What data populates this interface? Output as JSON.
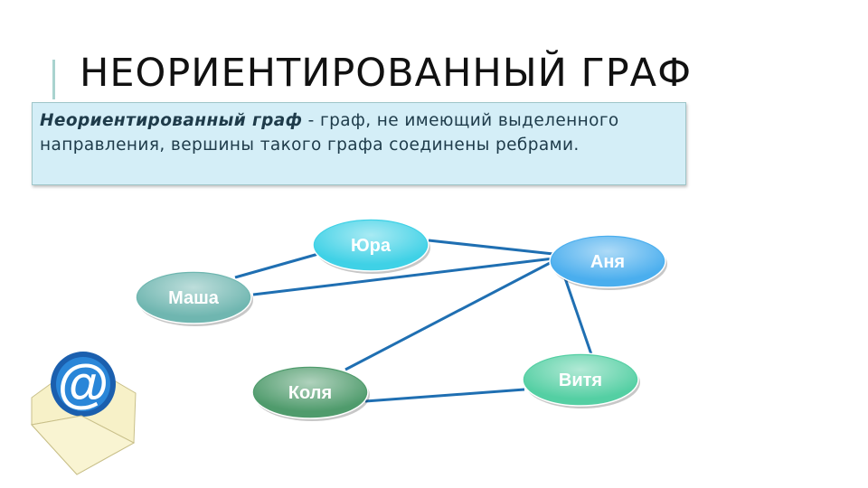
{
  "title": "НЕОРИЕНТИРОВАННЫЙ ГРАФ",
  "definition": {
    "term": "Неориентированный граф",
    "text": " - граф, не имеющий выделенного направления, вершины такого графа соединены ребрами."
  },
  "graph": {
    "nodes": [
      {
        "id": "yura",
        "label": "Юра",
        "color": "#3fd1e6"
      },
      {
        "id": "anya",
        "label": "Аня",
        "color": "#4aaeee"
      },
      {
        "id": "masha",
        "label": "Маша",
        "color": "#6fb6b0"
      },
      {
        "id": "vitya",
        "label": "Витя",
        "color": "#54cfa3"
      },
      {
        "id": "kolya",
        "label": "Коля",
        "color": "#4f9b6c"
      }
    ],
    "edges": [
      [
        "masha",
        "yura"
      ],
      [
        "yura",
        "anya"
      ],
      [
        "masha",
        "anya"
      ],
      [
        "kolya",
        "anya"
      ],
      [
        "anya",
        "vitya"
      ],
      [
        "kolya",
        "vitya"
      ]
    ],
    "edge_color": "#1f6fb2"
  },
  "decoration": {
    "icon": "email-envelope-icon"
  }
}
